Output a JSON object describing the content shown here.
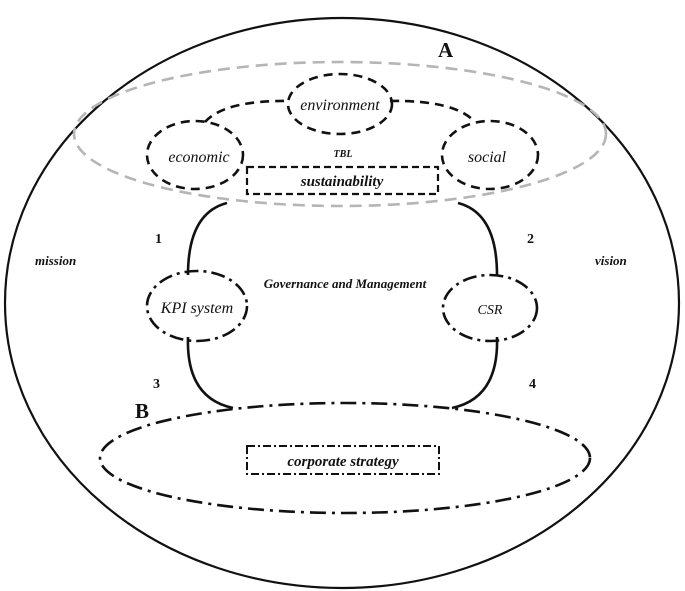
{
  "labels": {
    "a": "A",
    "b": "B",
    "environment": "environment",
    "economic": "economic",
    "tbl": "TBL",
    "social": "social",
    "sustainability": "sustainability",
    "mission": "mission",
    "vision": "vision",
    "num1": "1",
    "num2": "2",
    "num3": "3",
    "num4": "4",
    "governance": "Governance and Management",
    "kpi": "KPI system",
    "csr": "CSR",
    "strategy": "corporate strategy"
  },
  "colors": {
    "ink": "#111111",
    "tbl_ring": "#b5b5b5",
    "background": "#ffffff"
  }
}
